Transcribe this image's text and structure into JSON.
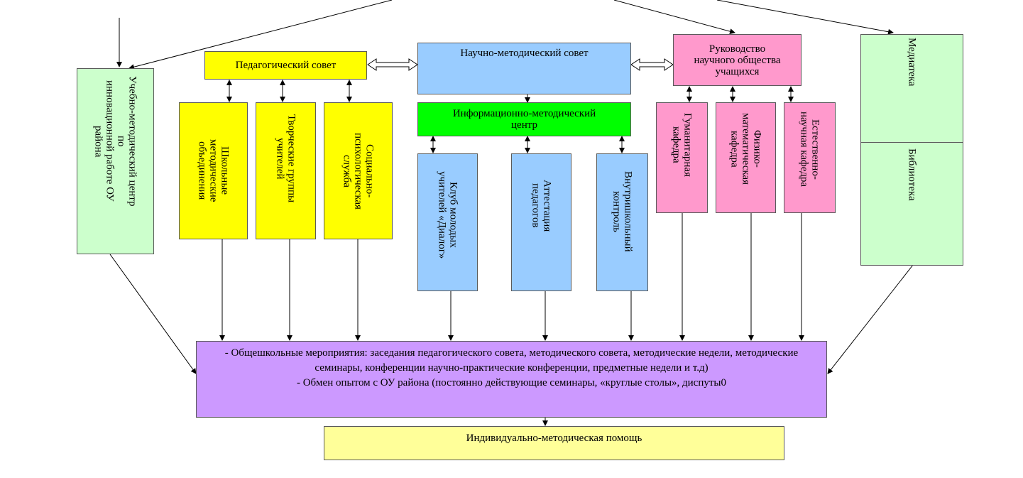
{
  "boxes": {
    "ped_council": "Педагогический совет",
    "sci_council": "Научно-методический совет",
    "sci_society": "Руководство\nнаучного общества\nучащихся",
    "mediateka": "Медиатека",
    "library": "Библиотека",
    "district_center": "Учебно-методический центр\nпо\nинновационной работе ОУ\nрайона",
    "school_assoc": "Школьные\nметодические\nобъединения",
    "creative_groups": "Творческие группы\nучителей",
    "social_service": "Социально-\nпсихологическая\nслужба",
    "info_center": "Информационно-методический\nцентр",
    "young_club": "Клуб молодых\nучителей «Диалог»",
    "attestation": "Аттестация\nпедагогов",
    "internal_control": "Внутришкольный\nконтроль",
    "humanitarian": "Гуманитарная\nкафедра",
    "physmath": "Физико-\nматематическая\nкафедра",
    "natural_sci": "Естественно-\nнаучная кафедра",
    "events_line1": "-  Общешкольные мероприятия: заседания педагогического совета, методического совета, методические недели, методические семинары, конференции научно-практические конференции, предметные недели и т.д)",
    "events_line2": "- Обмен опытом с ОУ района (постоянно действующие семинары, «круглые столы», диспуты0",
    "individual_help": "Индивидуально-методическая помощь"
  },
  "colors": {
    "yellow": "#ffff00",
    "light_green": "#ccffcc",
    "light_blue": "#99ccff",
    "bright_green": "#00ff00",
    "pink": "#ff99cc",
    "violet": "#cc99ff",
    "light_yellow": "#ffff99"
  }
}
